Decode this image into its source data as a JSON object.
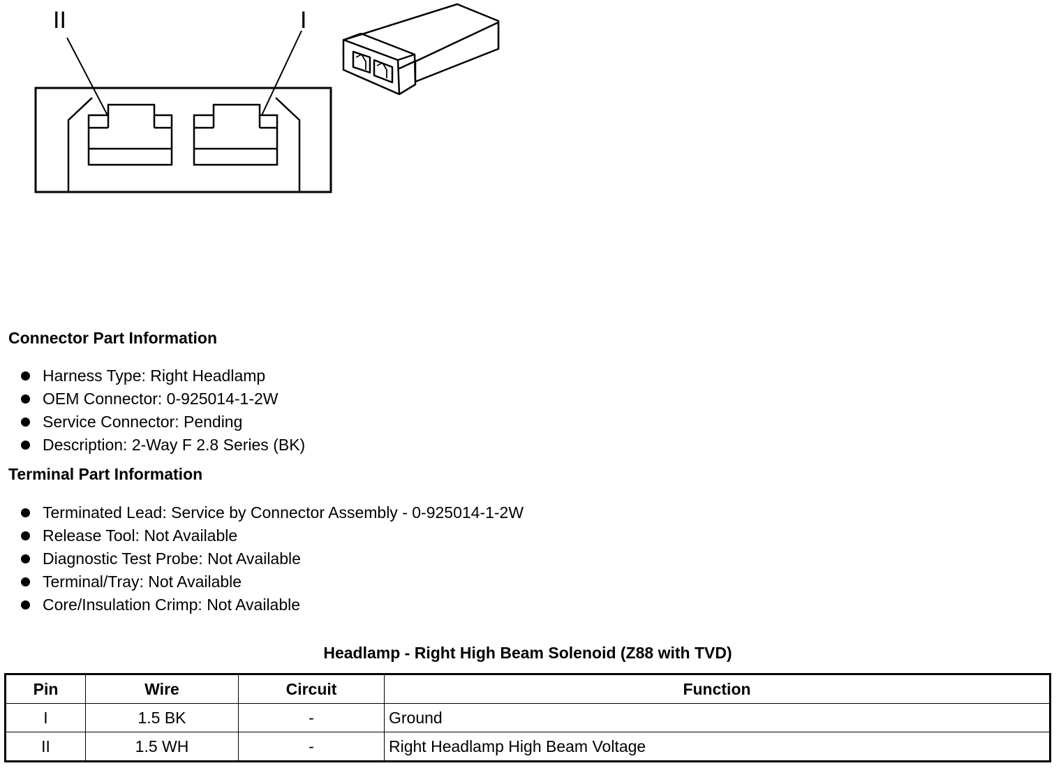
{
  "figure": {
    "pin_labels": [
      "II",
      "I"
    ]
  },
  "connector_section": {
    "heading": "Connector Part Information",
    "items": [
      "Harness Type: Right Headlamp",
      "OEM Connector: 0-925014-1-2W",
      "Service Connector: Pending",
      "Description: 2-Way F 2.8 Series (BK)"
    ]
  },
  "terminal_section": {
    "heading": "Terminal Part Information",
    "items": [
      "Terminated Lead: Service by Connector Assembly - 0-925014-1-2W",
      "Release Tool: Not Available",
      "Diagnostic Test Probe: Not Available",
      "Terminal/Tray: Not Available",
      "Core/Insulation Crimp: Not Available"
    ]
  },
  "pin_table": {
    "title": "Headlamp - Right High Beam Solenoid (Z88 with TVD)",
    "headers": [
      "Pin",
      "Wire",
      "Circuit",
      "Function"
    ],
    "rows": [
      [
        "I",
        "1.5 BK",
        "-",
        "Ground"
      ],
      [
        "II",
        "1.5 WH",
        "-",
        "Right Headlamp High Beam Voltage"
      ]
    ]
  }
}
